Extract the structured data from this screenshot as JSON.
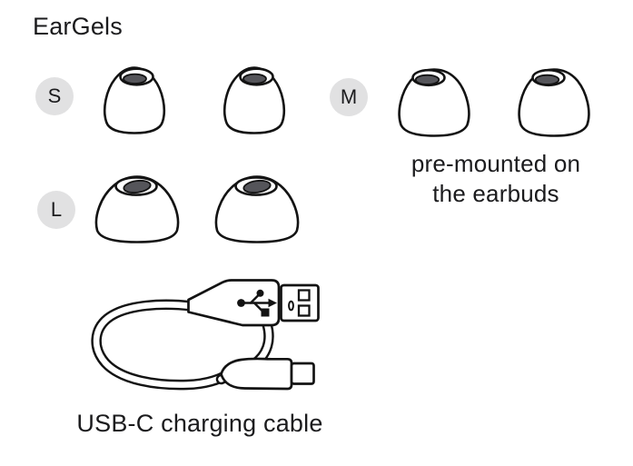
{
  "title": "EarGels",
  "colors": {
    "background": "#ffffff",
    "text": "#1b1b1d",
    "badge_background": "#e1e1e2",
    "illustration_outline": "#131313",
    "eargel_hole": "#55555a"
  },
  "eargel_groups": [
    {
      "size_label": "S",
      "pieces": 2
    },
    {
      "size_label": "M",
      "pieces": 2,
      "caption_line1": "pre-mounted on",
      "caption_line2": "the earbuds"
    },
    {
      "size_label": "L",
      "pieces": 2
    }
  ],
  "cable": {
    "caption": "USB-C charging cable"
  }
}
